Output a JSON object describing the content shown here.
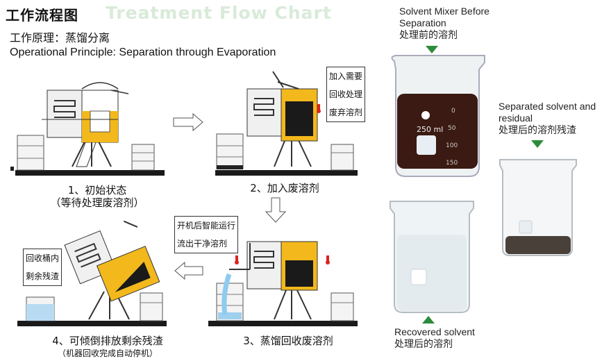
{
  "header": {
    "title_zh": "工作流程图",
    "title_en": "Treatment Flow Chart",
    "principle_zh": "工作原理：蒸馏分离",
    "principle_en": "Operational Principle: Separation through Evaporation"
  },
  "steps": [
    {
      "caption": "1、初始状态",
      "sub": "（等待处理废溶剂）"
    },
    {
      "caption": "2、加入废溶剂",
      "sub": ""
    },
    {
      "caption": "3、蒸馏回收废溶剂",
      "sub": ""
    },
    {
      "caption": "4、可倾倒排放剩余残渣",
      "sub": "（机器回收完成自动停机）"
    }
  ],
  "notes": {
    "add_lines": [
      "加入需要",
      "回收处理",
      "废弃溶剂"
    ],
    "run_lines": [
      "开机后智能运行",
      "流出干净溶剂"
    ],
    "residue_lines": [
      "回收桶内",
      "剩余残渣"
    ]
  },
  "beakers": {
    "before_en": "Solvent Mixer Before Separation",
    "before_zh": "处理前的溶剂",
    "residue_en": "Separated solvent and residual",
    "residue_zh": "处理后的溶剂残渣",
    "recovered_en": "Recovered solvent",
    "recovered_zh": "处理后的溶剂",
    "beaker_mark": "250 ml",
    "scale_marks": [
      "0",
      "50",
      "100",
      "150"
    ]
  },
  "colors": {
    "accent_green": "#2e8b3d",
    "container_yellow": "#f2b81c",
    "dirty_solvent": "#3a1a12",
    "heat_red": "#d9241f"
  }
}
